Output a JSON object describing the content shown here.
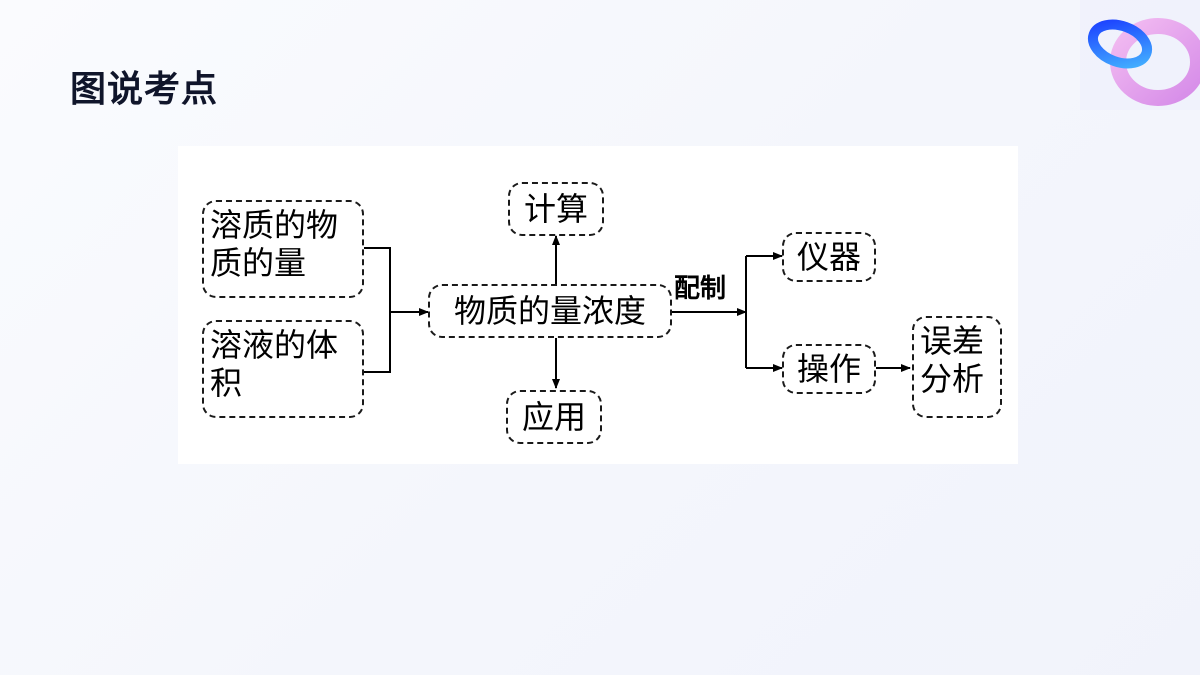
{
  "page": {
    "title": "图说考点"
  },
  "diagram": {
    "nodes": {
      "solute_amount": "溶质的物质的量",
      "solution_volume": "溶液的体积",
      "concentration": "物质的量浓度",
      "calculation": "计算",
      "application": "应用",
      "instruments": "仪器",
      "operation": "操作",
      "error_analysis": "误差分析"
    },
    "edge_labels": {
      "preparation": "配制"
    }
  },
  "decor": {
    "icon": "ring-icon"
  }
}
